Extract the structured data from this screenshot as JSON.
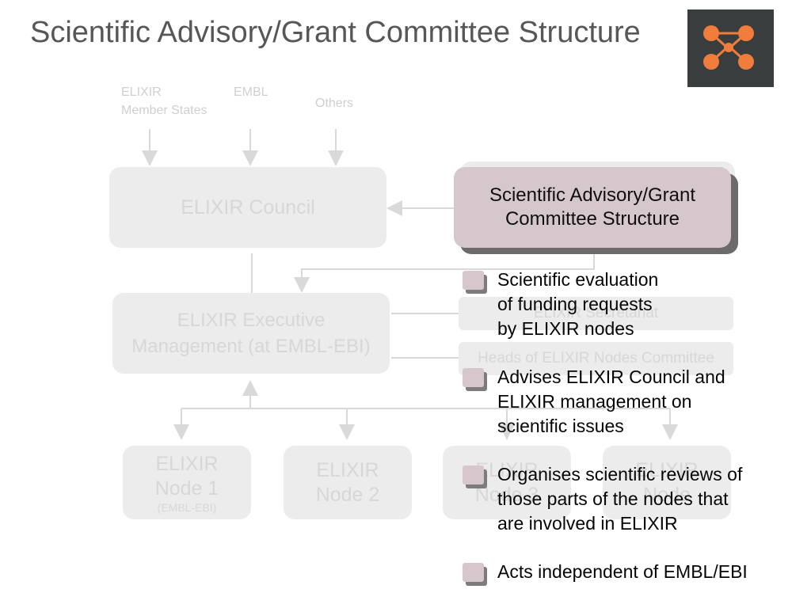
{
  "title": "Scientific Advisory/Grant Committee Structure",
  "logo": {
    "icon": "elixir-logo-icon",
    "bg_color": "#3a3d3e",
    "accent_color": "#f07d3c"
  },
  "sources": {
    "member_states": [
      "ELIXIR",
      "Member States"
    ],
    "embl": "EMBL",
    "others": "Others"
  },
  "council": "ELIXIR Council",
  "executive": [
    "ELIXIR Executive",
    "Management (at EMBL-EBI)"
  ],
  "side_bars": {
    "bar1": "ELIXIR Secretariat",
    "bar2": "Heads of ELIXIR Nodes Committee"
  },
  "highlight": {
    "lines": [
      "Scientific Advisory/Grant",
      "Committee Structure"
    ],
    "color": "#d6c7cd"
  },
  "nodes": [
    {
      "lines": [
        "ELIXIR",
        "Node 1"
      ],
      "sub": "(EMBL-EBI)"
    },
    {
      "lines": [
        "ELIXIR",
        "Node 2"
      ],
      "sub": ""
    },
    {
      "lines": [
        "ELIXIR",
        "Node 3"
      ],
      "sub": ""
    },
    {
      "lines": [
        "ELIXIR",
        "Node"
      ],
      "sub": ""
    }
  ],
  "bullets": [
    {
      "lines": [
        "Scientific evaluation",
        "of funding requests",
        "by ELIXIR nodes"
      ]
    },
    {
      "lines": [
        "Advises ELIXIR Council and",
        "ELIXIR management on",
        "scientific issues"
      ]
    },
    {
      "lines": [
        "Organises scientific reviews of",
        "those parts of the nodes that",
        "are involved in ELIXIR"
      ]
    },
    {
      "lines": [
        "Acts independent of EMBL/EBI"
      ]
    }
  ]
}
